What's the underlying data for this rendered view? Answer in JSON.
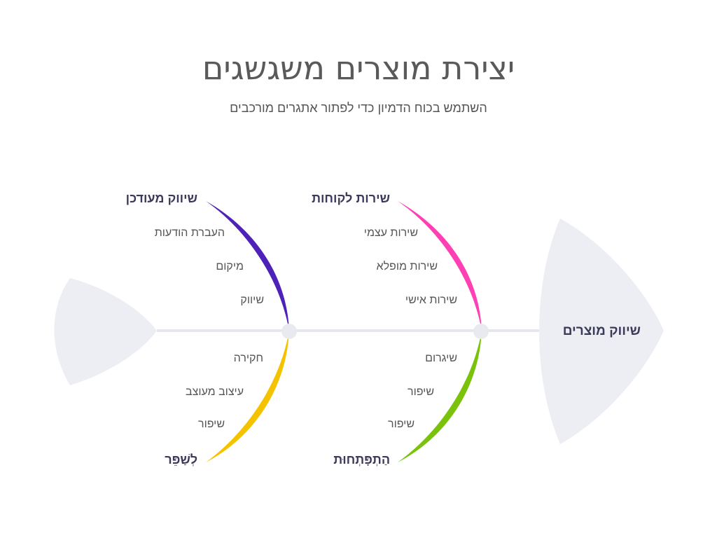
{
  "title": "יצירת מוצרים משגשגים",
  "subtitle": "השתמש בכוח הדמיון כדי לפתור אתגרים מורכבים",
  "head_label": "שיווק מוצרים",
  "colors": {
    "spine": "#e6e7ee",
    "fish_shape": "#eceef3",
    "node": "#e9eaf0",
    "bone_top_left": "#4e22b8",
    "bone_bottom_left": "#f4c300",
    "bone_top_right": "#ff3fb4",
    "bone_bottom_right": "#7ac20b"
  },
  "bones": {
    "top_left": {
      "category": "שיווק מעודכן",
      "items": [
        "העברת הודעות",
        "מיקום",
        "שיווק"
      ]
    },
    "bottom_left": {
      "category": "לְשַׁפֵּר",
      "items": [
        "חקירה",
        "עיצוב מעוצב",
        "שיפור"
      ]
    },
    "top_right": {
      "category": "שירות לקוחות",
      "items": [
        "שירות עצמי",
        "שירות מופלא",
        "שירות אישי"
      ]
    },
    "bottom_right": {
      "category": "הַתְפָּתְחוּת",
      "items": [
        "שיגרום",
        "שיפור",
        "שיפור"
      ]
    }
  }
}
